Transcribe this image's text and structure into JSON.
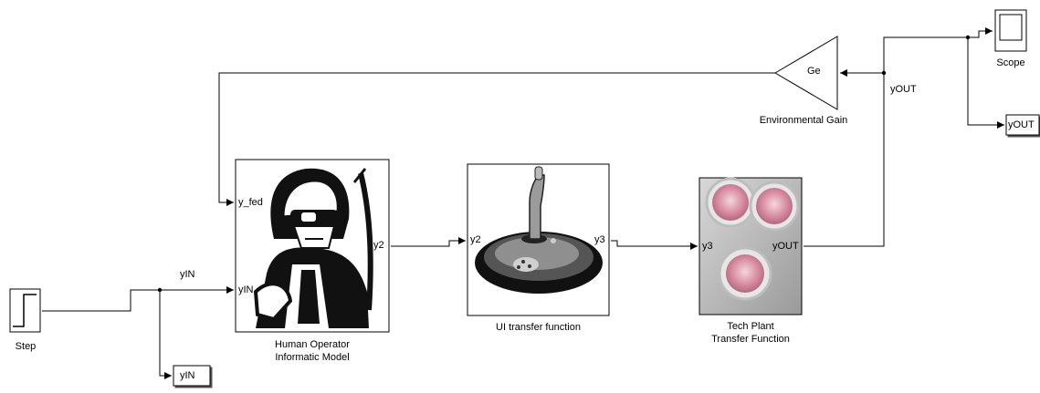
{
  "blocks": {
    "step": {
      "caption": "Step"
    },
    "human": {
      "caption_line1": "Human Operator",
      "caption_line2": "Informatic Model",
      "port_fed": "y_fed",
      "port_in": "yIN",
      "port_out": "y2"
    },
    "ui": {
      "caption": "UI transfer function",
      "port_in": "y2",
      "port_out": "y3"
    },
    "plant": {
      "caption_line1": "Tech Plant",
      "caption_line2": "Transfer Function",
      "port_in": "y3",
      "port_out": "yOUT"
    },
    "gain": {
      "caption": "Environmental Gain",
      "value": "Ge"
    },
    "scope": {
      "caption": "Scope"
    },
    "yin_sink": {
      "label": "yIN"
    },
    "yout_sink": {
      "label": "yOUT"
    }
  },
  "signals": {
    "yin": "yIN",
    "yout": "yOUT"
  },
  "colors": {
    "line": "#000000",
    "background": "#ffffff"
  }
}
